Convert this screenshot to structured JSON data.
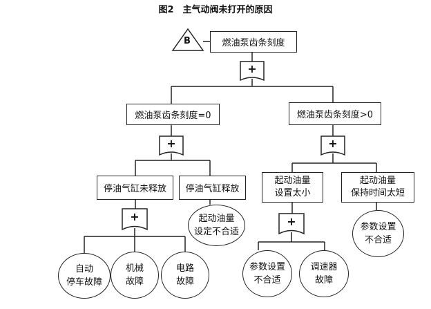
{
  "title": "图2　主气动阀未打开的原因",
  "transfer_symbol": "B",
  "top_event": "燃油泵齿条刻度",
  "gate_symbol": "+",
  "level1": {
    "left": "燃油泵齿条刻度=0",
    "right": "燃油泵齿条刻度>0"
  },
  "level2": {
    "a": "停油气缸未释放",
    "b": "停油气缸释放",
    "c_line1": "起动油量",
    "c_line2": "设置太小",
    "d_line1": "起动油量",
    "d_line2": "保持时间太短"
  },
  "basic_events": {
    "e1_line1": "起动油量",
    "e1_line2": "设定不合适",
    "e2_line1": "参数设置",
    "e2_line2": "不合适",
    "e3_line1": "自动",
    "e3_line2": "停车故障",
    "e4_line1": "机械",
    "e4_line2": "故障",
    "e5_line1": "电路",
    "e5_line2": "故障",
    "e6_line1": "参数设置",
    "e6_line2": "不合适",
    "e7_line1": "调速器",
    "e7_line2": "故障"
  }
}
